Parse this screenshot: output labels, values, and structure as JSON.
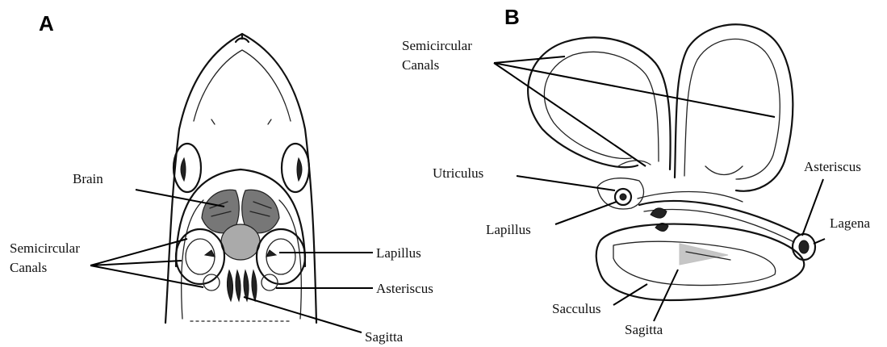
{
  "panels": {
    "a": {
      "letter": "A",
      "labels": {
        "brain": "Brain",
        "semicircular_1": "Semicircular",
        "semicircular_2": "Canals",
        "lapillus": "Lapillus",
        "asteriscus": "Asteriscus",
        "sagitta": "Sagitta"
      }
    },
    "b": {
      "letter": "B",
      "labels": {
        "semicircular_1": "Semicircular",
        "semicircular_2": "Canals",
        "utriculus": "Utriculus",
        "lapillus": "Lapillus",
        "asteriscus": "Asteriscus",
        "lagena": "Lagena",
        "sacculus": "Sacculus",
        "sagitta": "Sagitta"
      }
    }
  }
}
